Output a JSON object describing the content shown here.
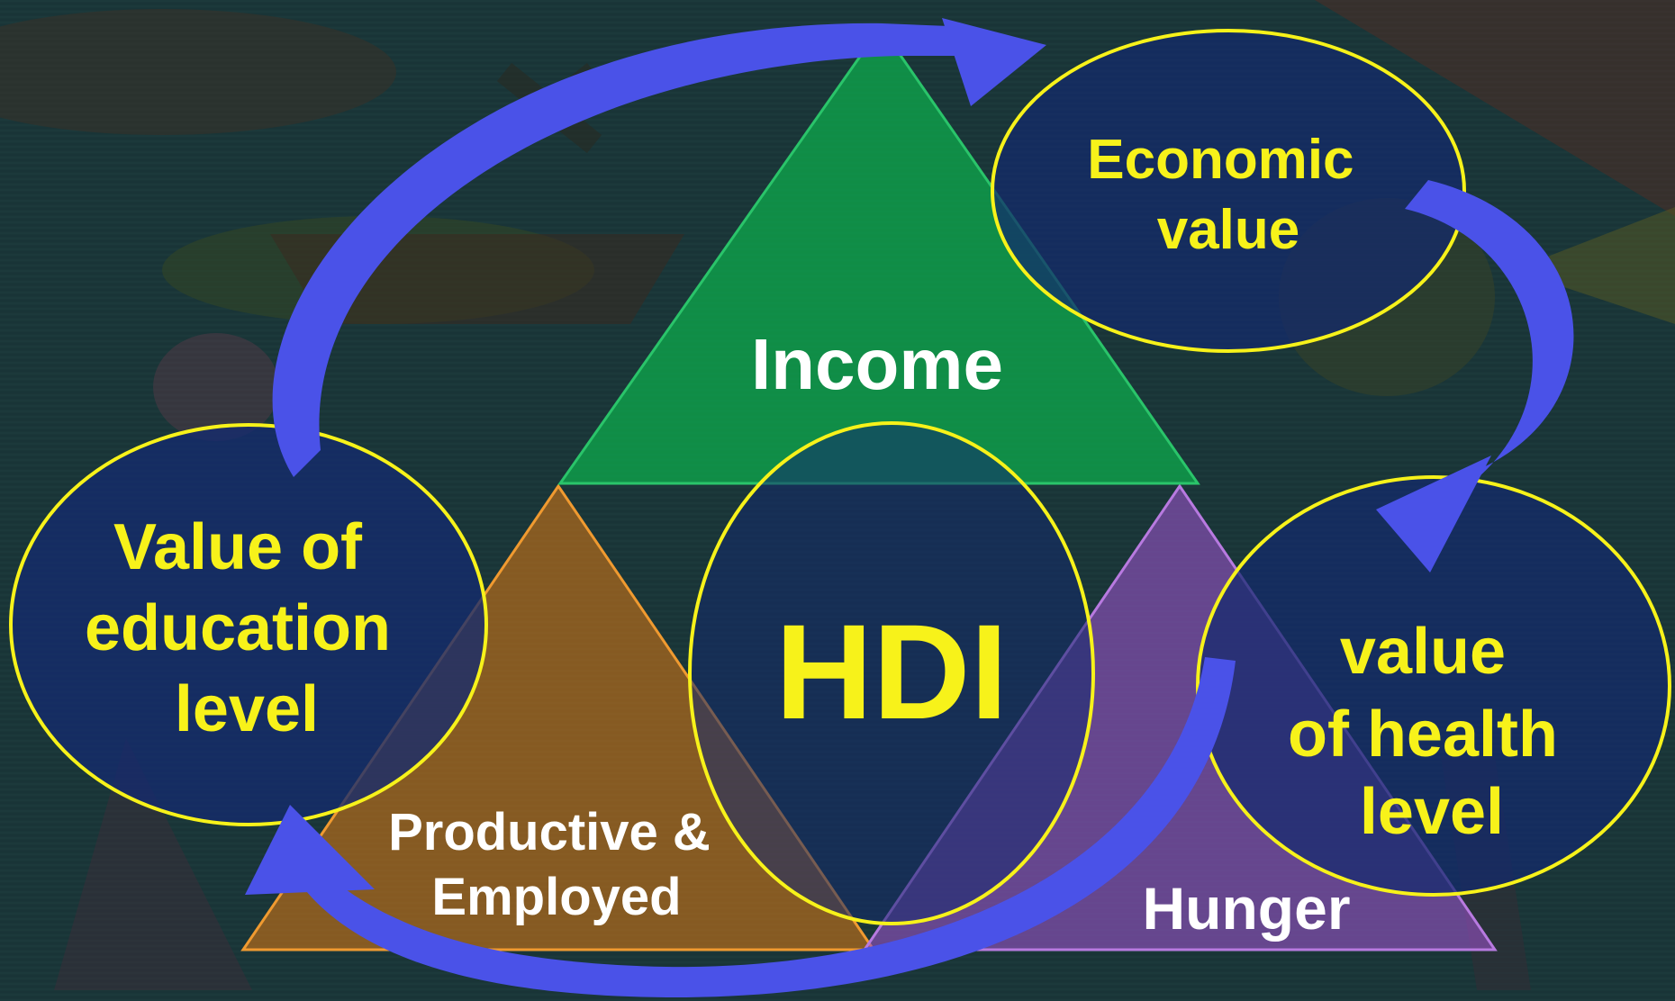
{
  "colors": {
    "background": "#1b2a2e",
    "oval_fill": "#142a6e",
    "oval_stroke": "#f7f21a",
    "oval_text": "#f7f21a",
    "triangle_income": "#0fa14a",
    "triangle_productive": "#e07a10",
    "triangle_hunger": "#9a52c8",
    "triangle_text": "#ffffff",
    "arrow": "#4a52e8"
  },
  "triangles": {
    "income": {
      "label": "Income"
    },
    "productive": {
      "label_lines": [
        "Productive &",
        "Employed"
      ]
    },
    "hunger": {
      "label": "Hunger"
    }
  },
  "center": {
    "label": "HDI"
  },
  "ovals": {
    "economic": {
      "lines": [
        "Economic",
        "value"
      ]
    },
    "education": {
      "lines": [
        "Value of",
        "education",
        "level"
      ]
    },
    "health": {
      "lines": [
        "value",
        "of health",
        "level"
      ]
    }
  },
  "arrows": [
    {
      "from": "education",
      "to": "economic"
    },
    {
      "from": "economic",
      "to": "health"
    },
    {
      "from": "health",
      "to": "education"
    }
  ]
}
